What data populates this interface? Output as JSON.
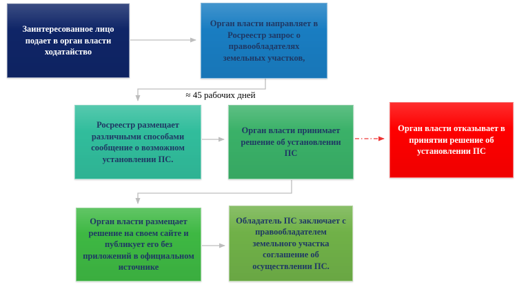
{
  "diagram": {
    "annotation": "≈ 45 рабочих дней",
    "nodes": [
      {
        "id": "petition",
        "label": "Заинтересованное лицо подает в орган власти ходатайство"
      },
      {
        "id": "request",
        "label": "Орган власти направляет в Росреестр запрос о правообладателях земельных участков,"
      },
      {
        "id": "rosreestr",
        "label": "Росреестр размещает различными способами сообщение о возможном установлении ПС."
      },
      {
        "id": "decision",
        "label": "Орган власти принимает решение об установлении ПС"
      },
      {
        "id": "reject",
        "label": "Орган власти отказывает в принятии решение об установлении ПС"
      },
      {
        "id": "publish",
        "label": "Орган власти размещает решение на своем сайте и публикует его без приложений в официальном источнике"
      },
      {
        "id": "agreement",
        "label": "Обладатель ПС заключает с правообладателем земельного участка соглашение об осуществлении ПС."
      }
    ]
  },
  "colors": {
    "petition_bg": "#0f2567",
    "request_bg": "#197dc2",
    "rosreestr_bg": "#31bd9c",
    "decision_bg": "#3ab168",
    "reject_bg": "#fe0000",
    "publish_bg": "#3eb843",
    "agreement_bg": "#70b148",
    "light_text": "#ffffff",
    "dark_text": "#1f3864",
    "annotation_text": "#000000",
    "connector": "#bdbdbd",
    "reject_connector": "#ee3333"
  }
}
